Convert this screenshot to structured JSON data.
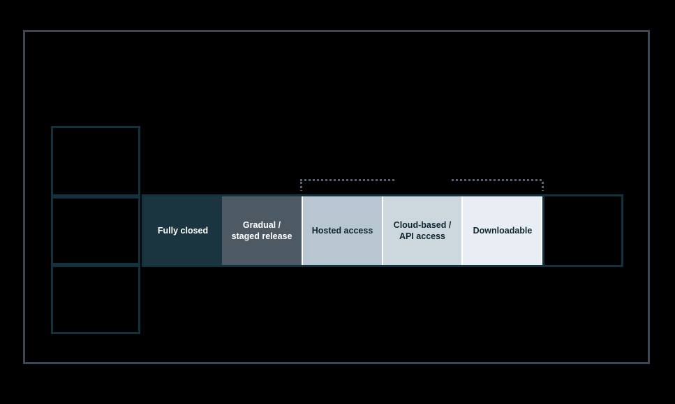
{
  "canvas": {
    "background": "#000000"
  },
  "panel": {
    "border_color": "#3e4753"
  },
  "diagram": {
    "type": "release-gradient-spectrum",
    "left_column": {
      "box_count": 3,
      "border_color": "#14323d"
    },
    "segments": [
      {
        "label": "Fully closed",
        "bg": "#1b3540",
        "text_color": "#ffffff"
      },
      {
        "label": "Gradual / staged release",
        "bg": "#4d5a64",
        "text_color": "#ffffff"
      },
      {
        "label": "Hosted access",
        "bg": "#b7c6d0",
        "text_color": "#0f2630"
      },
      {
        "label": "Cloud-based / API access",
        "bg": "#ccd8de",
        "text_color": "#0f2630"
      },
      {
        "label": "Downloadable",
        "bg": "#e8eef3",
        "text_color": "#0f2630"
      },
      {
        "label": "",
        "bg": "#000000",
        "text_color": "#ffffff"
      }
    ],
    "bar_border_color": "#14323d",
    "separator_color": "#ffffff",
    "bracket": {
      "color": "#566270",
      "style": "dashed",
      "spans": [
        {
          "from_segment": "Hosted access",
          "note": "left tick at start of Hosted access"
        },
        {
          "to_segment": "Downloadable",
          "note": "right tick at end of Downloadable"
        }
      ]
    }
  }
}
